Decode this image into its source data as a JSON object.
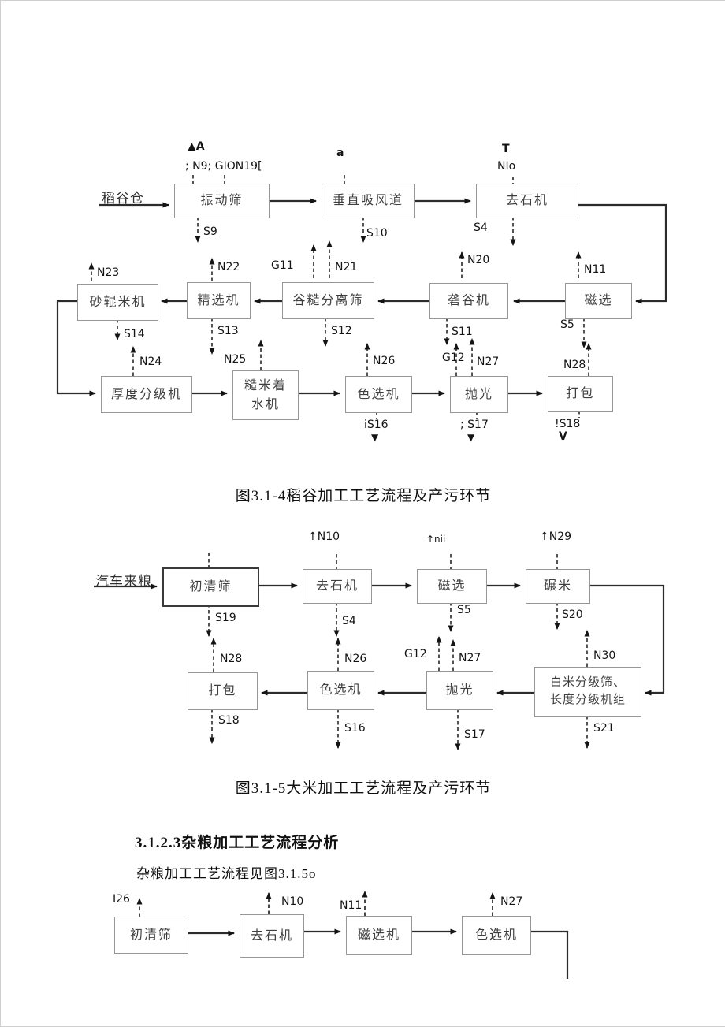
{
  "f1": {
    "caption": "图3.1-4稻谷加工工艺流程及产污环节",
    "feed": "稻谷仓",
    "nodes": {
      "vib": "振动筛",
      "duct": "垂直吸风道",
      "destoner": "去石机",
      "magnet": "磁选",
      "husker": "砻谷机",
      "separator": "谷糙分离筛",
      "refiner": "精选机",
      "sandmill": "砂辊米机",
      "thickness": "厚度分级机",
      "wetter": "糙米着\n水机",
      "colorsort": "色选机",
      "polish": "抛光",
      "pack": "打包"
    },
    "ann": {
      "aA": "▲A",
      "n9row": "; N9;  GION19[",
      "a": "a",
      "t": "T",
      "nIo": "NIo",
      "s9": "S9",
      "s10": "S10",
      "s4": "S4",
      "n23": "N23",
      "n22": "N22",
      "g11": "G11",
      "n21": "N21",
      "n20": "N20",
      "n11": "N11",
      "s14": "S14",
      "s13": "S13",
      "s12": "S12",
      "s11": "S11",
      "s5": "S5",
      "n24": "N24",
      "n25": "N25",
      "n26": "N26",
      "g12": "G12",
      "n27": "N27",
      "n28": "N28",
      "s16": "iS16",
      "s17": "; S17",
      "s18": "!S18",
      "v16": "▼",
      "v17": "▼",
      "v18": "V"
    }
  },
  "f2": {
    "caption": "图3.1-5大米加工工艺流程及产污环节",
    "feed": "汽车来粮",
    "nodes": {
      "screen": "初清筛",
      "destoner": "去石机",
      "magnet": "磁选",
      "mill": "碾米",
      "pack": "打包",
      "colorsort": "色选机",
      "polish": "抛光",
      "grader": "白米分级筛、\n长度分级机组"
    },
    "ann": {
      "n10": "↑N10",
      "nii": "↑nii",
      "n29": "↑N29",
      "s19": "S19",
      "s4": "S4",
      "s5": "S5",
      "s20": "S20",
      "n28": "N28",
      "n26": "N26",
      "g12": "G12",
      "n27": "N27",
      "n30": "N30",
      "s18": "S18",
      "s16": "S16",
      "s17": "S17",
      "s21": "S21"
    }
  },
  "section": {
    "heading": "3.1.2.3杂粮加工工艺流程分析",
    "para": "杂粮加工工艺流程见图3.1.5o"
  },
  "f3": {
    "nodes": {
      "screen": "初清筛",
      "destoner": "去石机",
      "magnet": "磁选机",
      "colorsort": "色选机"
    },
    "ann": {
      "i26": "I26",
      "n10": "N10",
      "n11": "N11",
      "n27": "N27"
    }
  }
}
